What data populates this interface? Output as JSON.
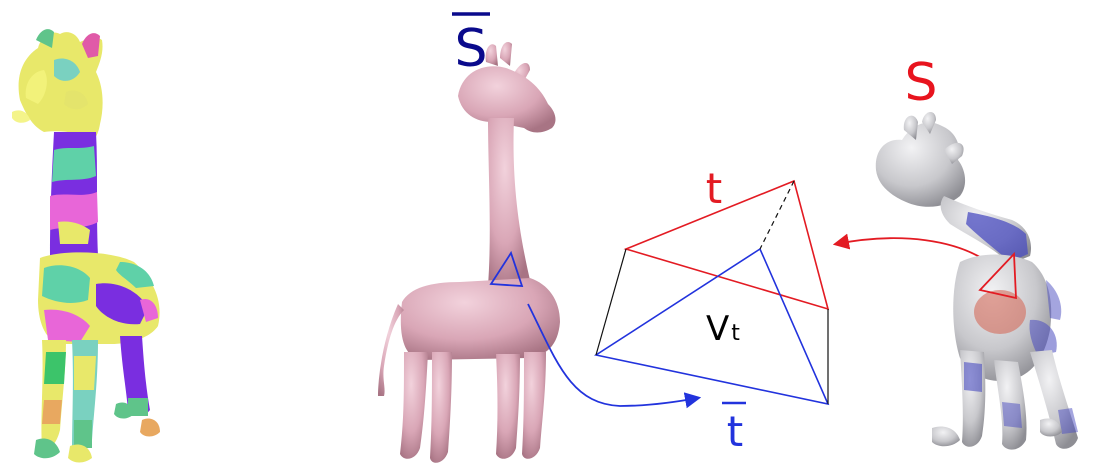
{
  "labels": {
    "rest_shape": "S",
    "deformed_shape": "S",
    "triangle_deformed": "t",
    "triangle_rest": "t",
    "volume_main": "V",
    "volume_sub": "t"
  },
  "colors": {
    "rest_color": "#0a0a8c",
    "deformed_color": "#e8141e",
    "rest_mesh": "#d8a7b6",
    "deformed_mesh": "#c9c9cc",
    "blue_edge": "#2233dd",
    "red_edge": "#e31b23"
  },
  "icons": {
    "segmented_model": "segmented-giraffe",
    "rest_model": "pink-giraffe",
    "deformed_model": "deformed-giraffe"
  }
}
